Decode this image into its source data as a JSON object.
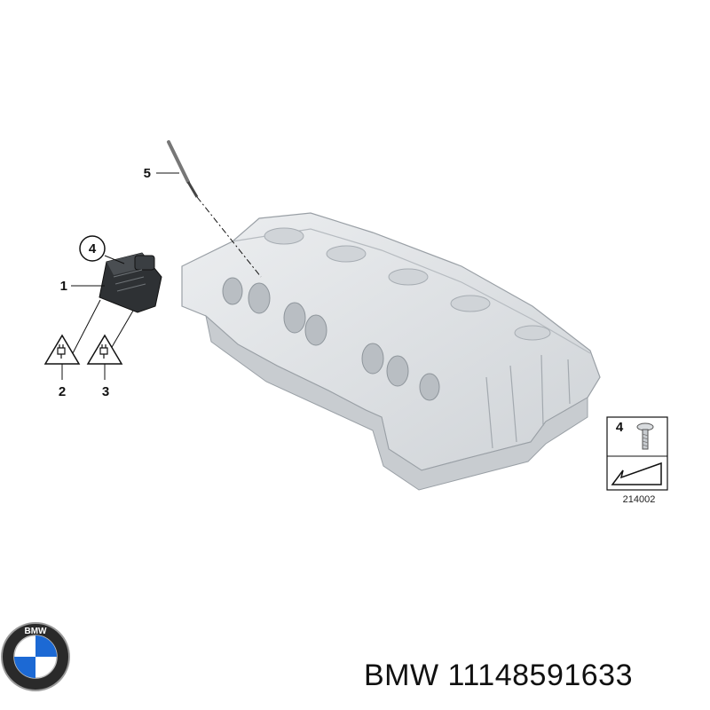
{
  "diagram": {
    "callouts": [
      "1",
      "2",
      "3",
      "4",
      "5"
    ],
    "legend": {
      "item_number": "4"
    },
    "catalog_number": "214002",
    "warning_icon": "plug-warning-icon"
  },
  "colors": {
    "casting": "#e2e4e6",
    "casting_shade": "#c4c8cc",
    "sensor_body": "#2e3134",
    "bmw_blue": "#1c69d4",
    "line": "#111111"
  },
  "brand": {
    "logo_text": "BMW",
    "part_title": "BMW 11148591633"
  }
}
